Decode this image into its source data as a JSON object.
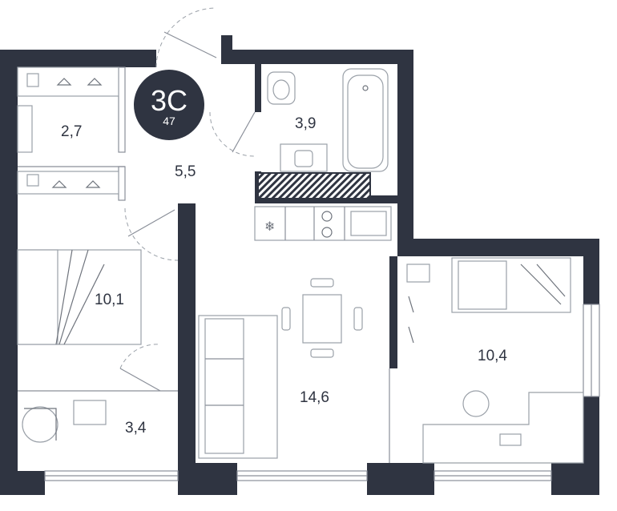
{
  "badge": {
    "type": "3С",
    "area": "47",
    "color": "#2f3441"
  },
  "rooms": {
    "wardrobe": "2,7",
    "hall": "5,5",
    "bathroom": "3,9",
    "bedroom": "10,1",
    "balcony": "3,4",
    "living_kitchen": "14,6",
    "bedroom2": "10,4"
  },
  "colors": {
    "wall": "#2f3441",
    "furniture_line": "#9aa0a8"
  }
}
